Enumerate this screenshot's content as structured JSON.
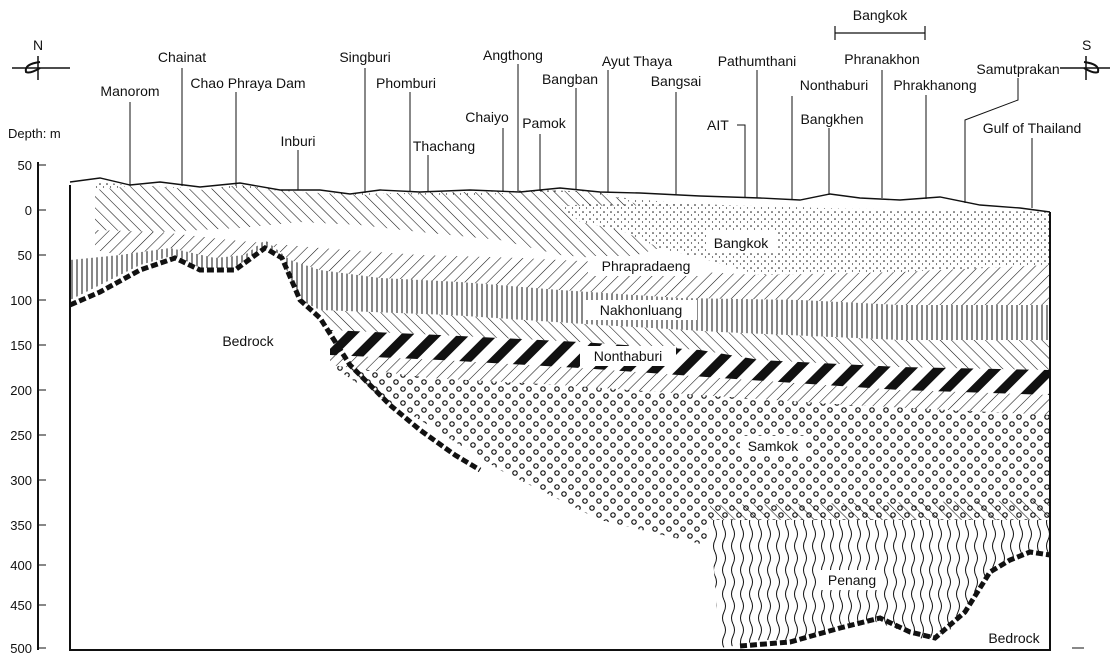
{
  "compass": {
    "north": "N",
    "south": "S"
  },
  "axis": {
    "label": "Depth: m",
    "ticks": [
      "50",
      "0",
      "50",
      "100",
      "150",
      "200",
      "250",
      "300",
      "350",
      "400",
      "450",
      "500"
    ]
  },
  "locations": [
    "Manorom",
    "Chainat",
    "Chao Phraya Dam",
    "Inburi",
    "Singburi",
    "Phomburi",
    "Thachang",
    "Chaiyo",
    "Angthong",
    "Pamok",
    "Bangban",
    "Ayut Thaya",
    "Bangsai",
    "AIT",
    "Pathumthani",
    "Nonthaburi",
    "Bangkhen",
    "Phranakhon",
    "Phrakhanong",
    "Samutprakan",
    "Gulf of Thailand"
  ],
  "bangkok_span_label": "Bangkok",
  "layers": [
    "Bangkok",
    "Phrapradaeng",
    "Nakhonluang",
    "Nonthaburi",
    "Samkok",
    "Penang",
    "Bedrock",
    "Bedrock"
  ]
}
